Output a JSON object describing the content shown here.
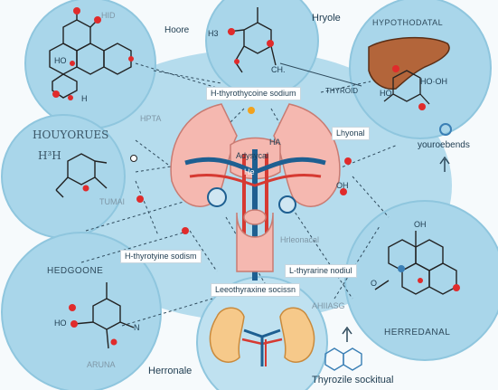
{
  "colors": {
    "background": "#f6fafc",
    "bubble": "#a9d6ea",
    "bubble_edge": "#8fc6de",
    "gland": "#f5b8b0",
    "vessel_blue": "#1e5f91",
    "vessel_red": "#d63a32",
    "kidney": "#f6c98a",
    "liver": "#b3653a",
    "atom_red": "#e02b2b"
  },
  "labels": {
    "top_left_faint": "HID",
    "top_center": "Hoore",
    "top_right_title": "Hryole",
    "top_right_bubble": "HYPOTHODATAL",
    "left_title": "HOUYORUES",
    "left_atoms": "H³H",
    "left_faint": "TUMAI",
    "center_top_pill": "H-thyrothycoine sodium",
    "center_right_tag": "THYROID",
    "center_left_faint": "HPTA",
    "gland_label": "Adysycal",
    "right_pill": "Lhyonal",
    "right_text": "youroebends",
    "middle_left_pill": "H-thyrotyine sodism",
    "middle_center_faint": "Hrleonacal",
    "middle_center_pill": "L-thyrarine nodiul",
    "lower_center_pill": "Leeothyraxine socissn",
    "lower_right_faint": "AHIIASG",
    "bottom_left_title": "HEDGOONE",
    "bottom_left_arun": "ARUNA",
    "bottom_center_text": "Herronale",
    "bottom_right_title": "HERREDANAL",
    "bottom_right_text": "Thyrozile sockitual"
  },
  "atoms": {
    "h3": "H3",
    "h": "H",
    "ho": "HO",
    "ch": "CH.",
    "oh": "OH",
    "o": "O",
    "n": "N",
    "hoh": "HO·OH",
    "he": "He",
    "ha": "HA"
  },
  "icons": {
    "stage": "endocrine-diagram",
    "arrow_up": "arrow-up-icon",
    "ring": "ring-icon"
  }
}
